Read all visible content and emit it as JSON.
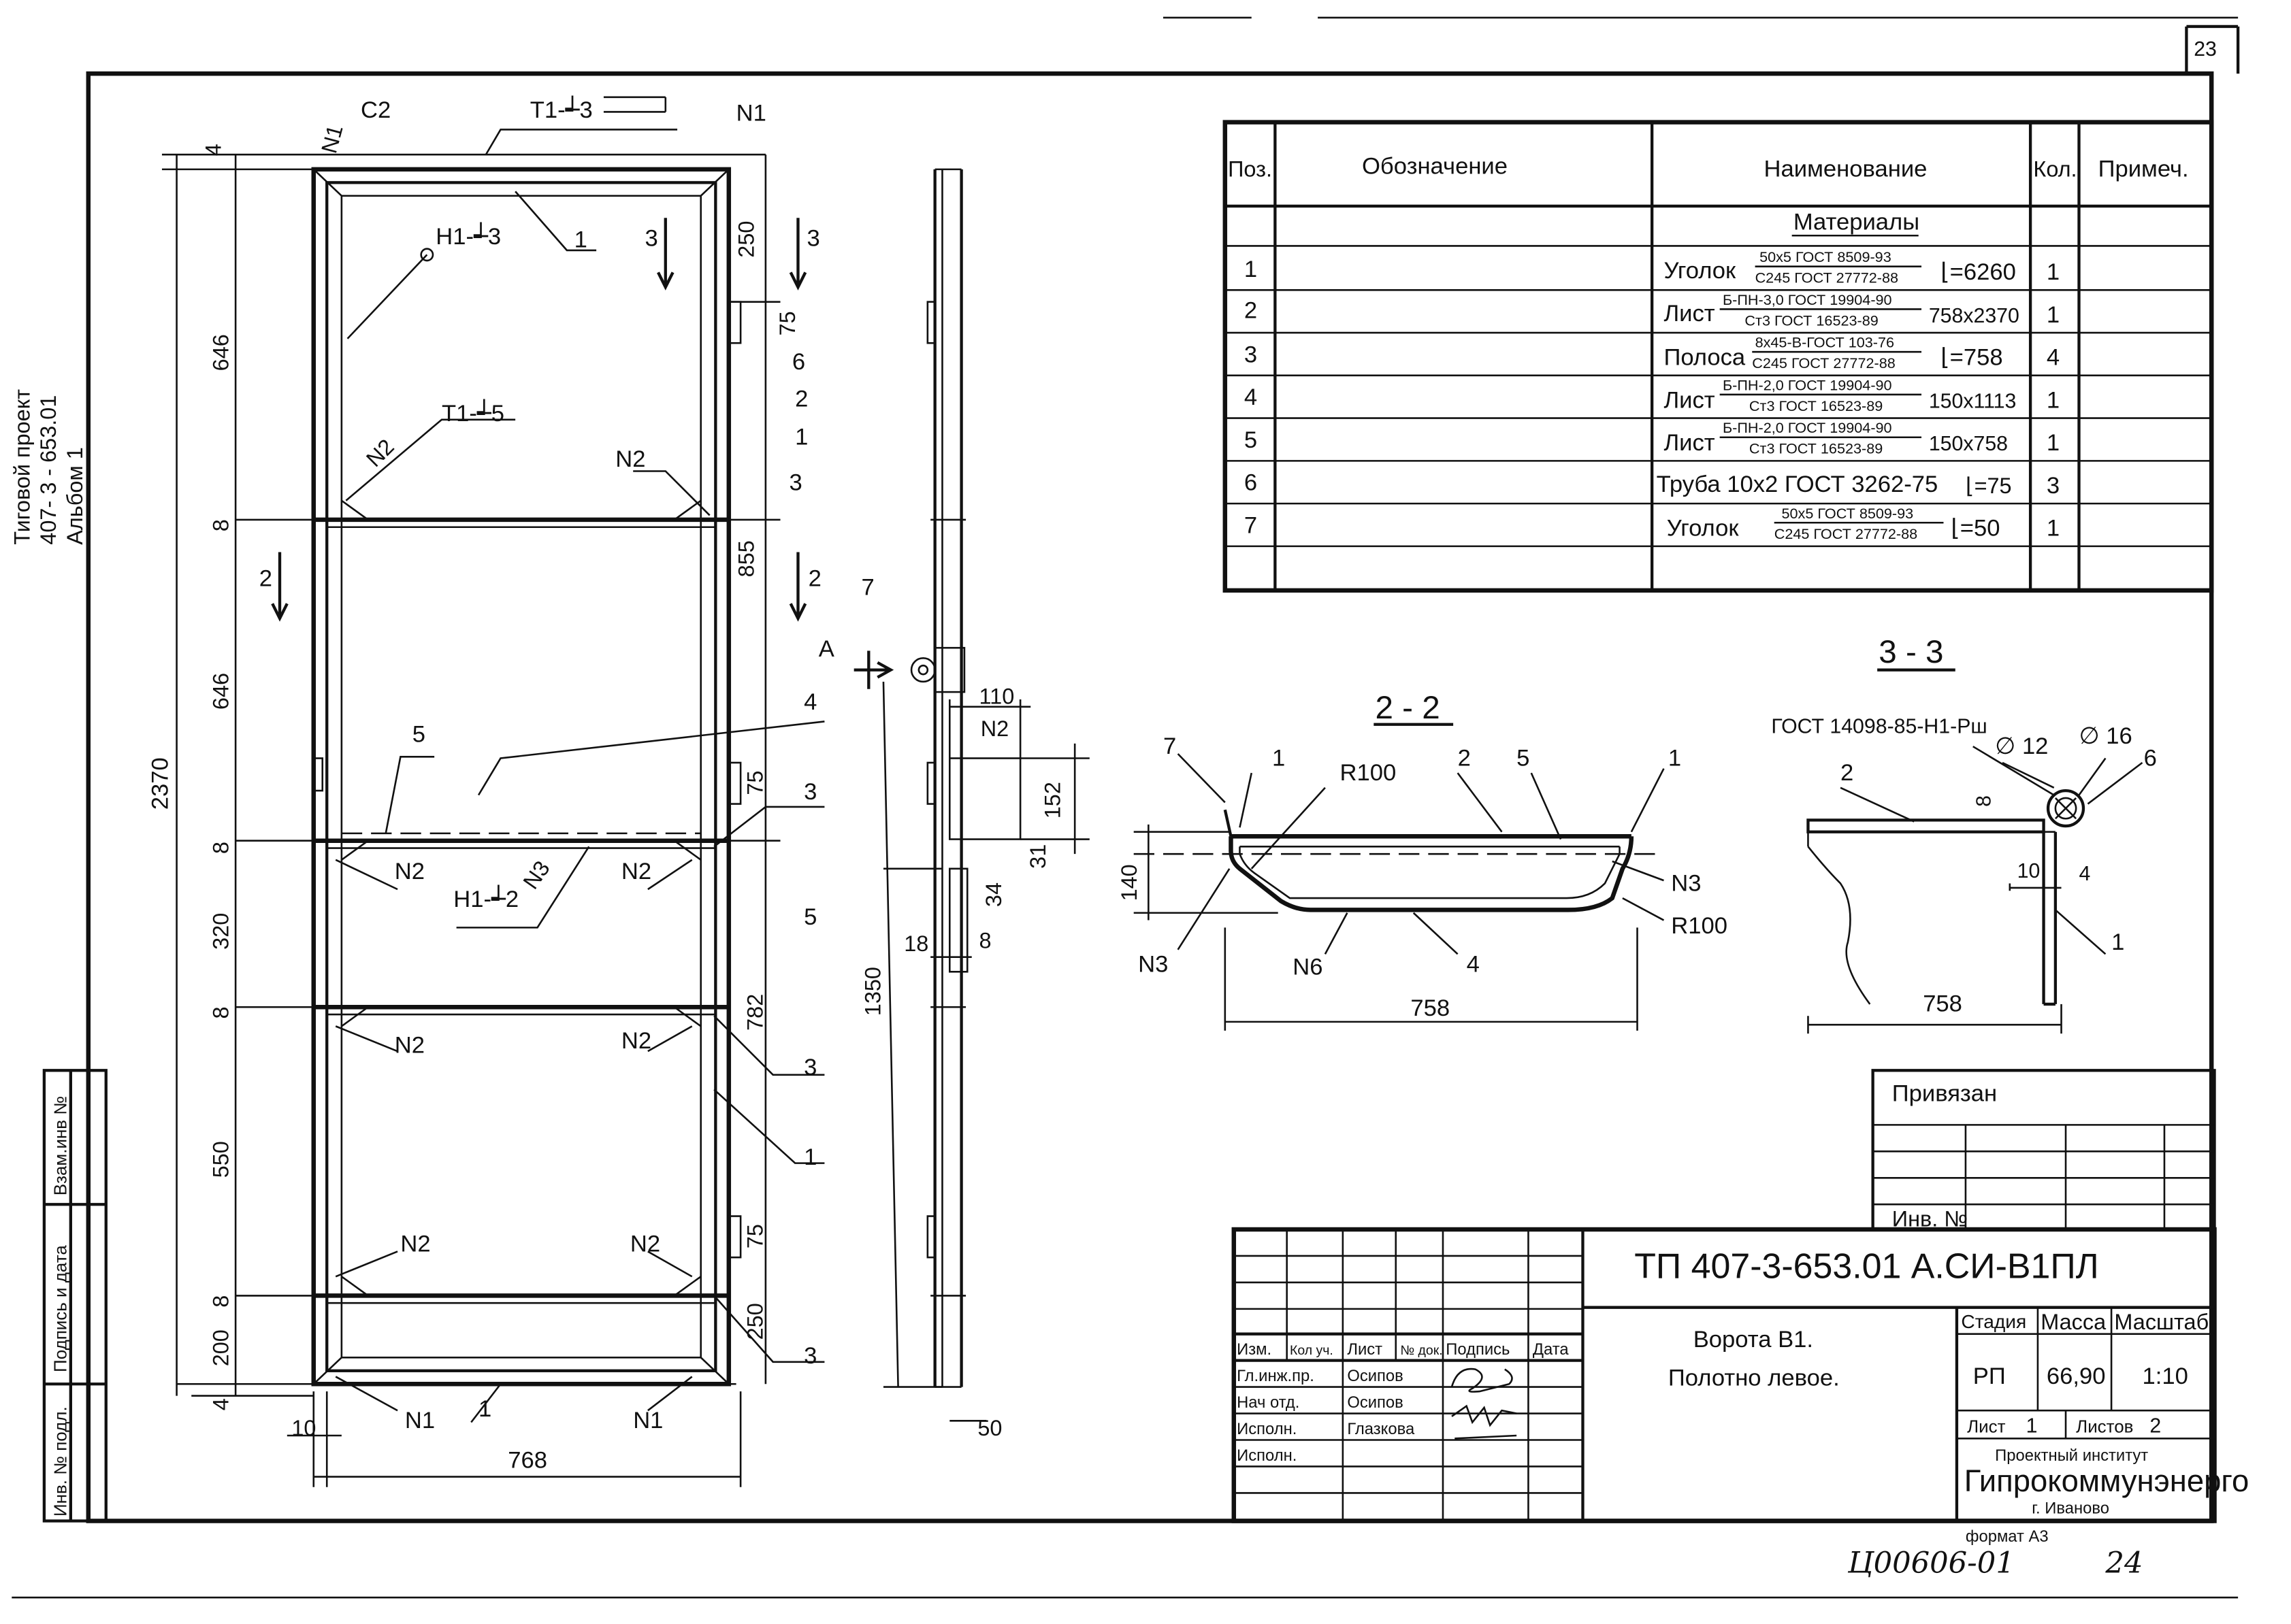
{
  "sheet": {
    "number": "23",
    "format_note": "формат А3",
    "handwritten_number": "Ц00606-01",
    "handwritten_page": "24"
  },
  "side_label": {
    "line1": "Тиговой проект",
    "line2": "407- 3 - 653.01",
    "line3": "Альбом 1"
  },
  "left_stamp": [
    "Инв. № подл.",
    "Подпись и дата",
    "Взам.инв №"
  ],
  "drawing": {
    "front_view": {
      "labels": {
        "c2": "С2",
        "t1_3": "Т1-┵3",
        "n1": "N1",
        "h1_3": "Н1-┵3",
        "t1_5": "Т1-┵5",
        "n2": "N2",
        "n3": "N3",
        "h1_2": "Н1-┵2",
        "pos1": "1",
        "pos2": "2",
        "pos3": "3",
        "pos4": "4",
        "pos5": "5",
        "pos6": "6",
        "pos7": "7",
        "section3": "3",
        "section2": "2",
        "arrowA": "А"
      },
      "dims": {
        "d4_top": "4",
        "d646_a": "646",
        "d8_a": "8",
        "d646_b": "646",
        "d8_b": "8",
        "d320": "320",
        "d8_c": "8",
        "d550": "550",
        "d8_d": "8",
        "d200": "200",
        "d4_bot": "4",
        "d2370": "2370",
        "d10": "10",
        "d768": "768",
        "d250_top": "250",
        "d75_a": "75",
        "d855": "855",
        "d75_b": "75",
        "d782": "782",
        "d75_c": "75",
        "d250_bot": "250"
      }
    },
    "side_view": {
      "dims": {
        "d110": "110",
        "d152": "152",
        "d31": "31",
        "d34": "34",
        "d18": "18",
        "d8": "8",
        "d1350": "1350",
        "d50": "50"
      }
    },
    "section_2_2": {
      "title": "2 - 2",
      "labels": {
        "p7": "7",
        "p1a": "1",
        "r100a": "R100",
        "p2": "2",
        "p5": "5",
        "p1b": "1",
        "n3a": "N3",
        "r100b": "R100",
        "n3b": "N3",
        "n6": "N6",
        "p4": "4"
      },
      "dims": {
        "d140": "140",
        "d758": "758"
      }
    },
    "section_3_3": {
      "title": "3 - 3",
      "labels": {
        "gost": "ГОСТ 14098-85-Н1-Рш",
        "p2": "2",
        "d12": "∅ 12",
        "d16": "∅ 16",
        "p6": "6",
        "p1": "1"
      },
      "dims": {
        "d8": "8",
        "d10": "10",
        "d4": "4",
        "d758": "758"
      }
    }
  },
  "spec_table": {
    "headers": {
      "pos": "Поз.",
      "designation": "Обозначение",
      "name": "Наименование",
      "qty": "Кол.",
      "note": "Примеч."
    },
    "section_title": "Материалы",
    "rows": [
      {
        "pos": "1",
        "name": "Уголок",
        "top": "50х5 ГОСТ 8509-93",
        "bottom": "С245 ГОСТ 27772-88",
        "size": "⌊=6260",
        "qty": "1"
      },
      {
        "pos": "2",
        "name": "Лист",
        "top": "Б-ПН-3,0 ГОСТ 19904-90",
        "bottom": "Ст3 ГОСТ 16523-89",
        "size": "758х2370",
        "qty": "1"
      },
      {
        "pos": "3",
        "name": "Полоса",
        "top": "8х45-В-ГОСТ 103-76",
        "bottom": "С245 ГОСТ 27772-88",
        "size": "⌊=758",
        "qty": "4"
      },
      {
        "pos": "4",
        "name": "Лист",
        "top": "Б-ПН-2,0 ГОСТ 19904-90",
        "bottom": "Ст3 ГОСТ 16523-89",
        "size": "150х1113",
        "qty": "1"
      },
      {
        "pos": "5",
        "name": "Лист",
        "top": "Б-ПН-2,0 ГОСТ 19904-90",
        "bottom": "Ст3 ГОСТ 16523-89",
        "size": "150х758",
        "qty": "1"
      },
      {
        "pos": "6",
        "name": "Труба 10х2 ГОСТ 3262-75",
        "top": "",
        "bottom": "",
        "size": "⌊=75",
        "qty": "3"
      },
      {
        "pos": "7",
        "name": "Уголок",
        "top": "50х5 ГОСТ 8509-93",
        "bottom": "С245 ГОСТ 27772-88",
        "size": "⌊=50",
        "qty": "1"
      }
    ]
  },
  "title_block": {
    "privyazan": "Привязан",
    "inv_no": "Инв. №",
    "code": "ТП  407-3-653.01   А.СИ-В1ПЛ",
    "title_line1": "Ворота В1.",
    "title_line2": "Полотно левое.",
    "col_headers": [
      "Изм.",
      "Кол уч.",
      "Лист",
      "№ док.",
      "Подпись",
      "Дата"
    ],
    "signers": [
      {
        "role": "Гл.инж.пр.",
        "name": "Осипов"
      },
      {
        "role": "Нач отд.",
        "name": "Осипов"
      },
      {
        "role": "Исполн.",
        "name": "Глазкова"
      },
      {
        "role": "Исполн.",
        "name": ""
      }
    ],
    "stage_label": "Стадия",
    "mass_label": "Масса",
    "scale_label": "Масштаб",
    "stage": "РП",
    "mass": "66,90",
    "scale": "1:10",
    "sheet_label": "Лист",
    "sheet_value": "1",
    "sheets_label": "Листов",
    "sheets_value": "2",
    "org_line1": "Проектный институт",
    "org_line2": "Гипрокоммунэнерго",
    "org_line3": "г. Иваново"
  }
}
